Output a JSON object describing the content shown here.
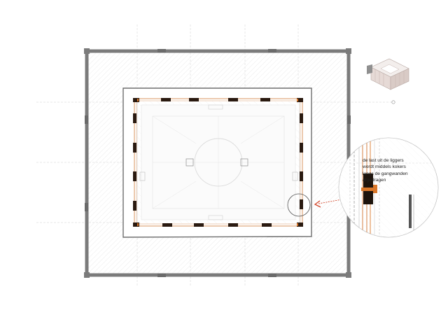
{
  "annotation": {
    "lines": [
      "de last uit de liggers",
      "wordt middels kokers",
      "langs de gangwanden",
      "afgedragen"
    ]
  },
  "colors": {
    "outer_wall": "#7b7b7b",
    "inner_wall": "#6e6e6e",
    "steel_post": "#2a1a10",
    "timber_beam": "#e0a67a",
    "accent_orange": "#d9772a",
    "leader_red": "#d2462a",
    "grid_line": "#c8c8c8",
    "hatch": "#eeeeee"
  },
  "icons": {
    "axonometric": "building-axonometric-icon",
    "arrow": "leader-arrow-icon"
  }
}
